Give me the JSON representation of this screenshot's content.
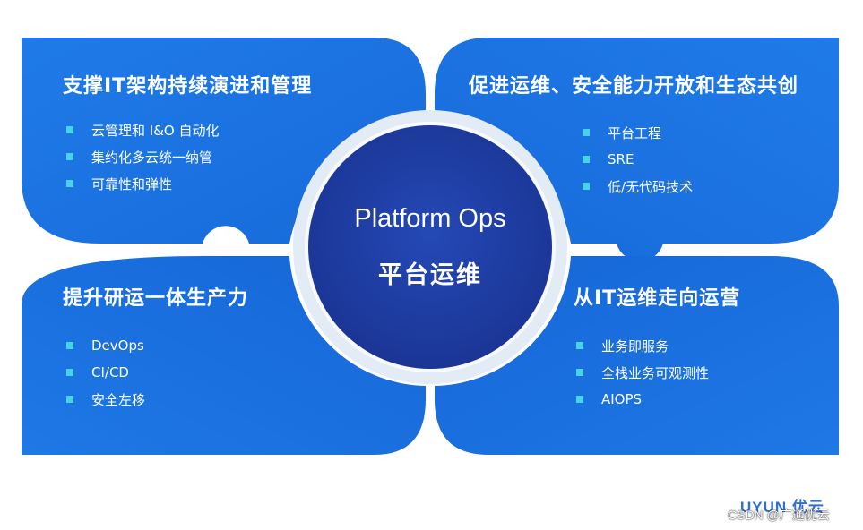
{
  "center": {
    "title_en": "Platform Ops",
    "title_zh": "平台运维"
  },
  "quadrants": [
    {
      "title": "支撑IT架构持续演进和管理",
      "items": [
        "云管理和 I&O 自动化",
        "集约化多云统一纳管",
        "可靠性和弹性"
      ]
    },
    {
      "title": "促进运维、安全能力开放和生态共创",
      "items": [
        "平台工程",
        "SRE",
        "低/无代码技术"
      ]
    },
    {
      "title": "提升研运一体生产力",
      "items": [
        "DevOps",
        "CI/CD",
        "安全左移"
      ]
    },
    {
      "title": "从IT运维走向运营",
      "items": [
        "业务即服务",
        "全栈业务可观测性",
        "AIOPS"
      ]
    }
  ],
  "brand": "UYUN 优云",
  "watermark": "CSDN @广通优云",
  "colors": {
    "panel": "#1a72e3",
    "panel_dark": "#145fcf",
    "center": "#1f3fa6",
    "ring": "#dbe6f3",
    "bullet": "#47d3ea"
  }
}
